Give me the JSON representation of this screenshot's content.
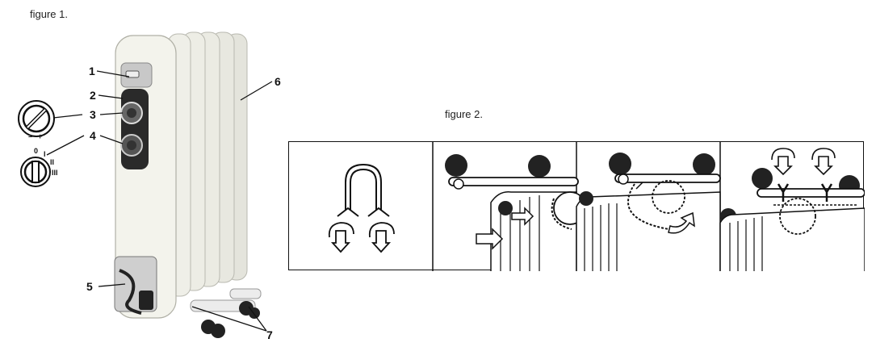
{
  "figure1": {
    "caption": "figure 1.",
    "callouts": [
      "1",
      "2",
      "3",
      "4",
      "5",
      "6",
      "7"
    ],
    "knob_thermostat": {
      "minus": "–",
      "plus": "+"
    },
    "knob_power": {
      "zero": "0",
      "one": "I",
      "two": "II",
      "three": "III"
    },
    "icons": [
      "thermostat-knob-icon",
      "power-selector-knob-icon",
      "oil-heater-icon"
    ]
  },
  "figure2": {
    "caption": "figure 2.",
    "panels": 4,
    "icons": [
      "u-bracket-icon",
      "rotate-arrow-icon",
      "wheel-icon",
      "push-arrow-icon"
    ]
  },
  "colors": {
    "heater_body": "#eeeee6",
    "control_panel": "#2a2a2a",
    "line": "#111111"
  }
}
